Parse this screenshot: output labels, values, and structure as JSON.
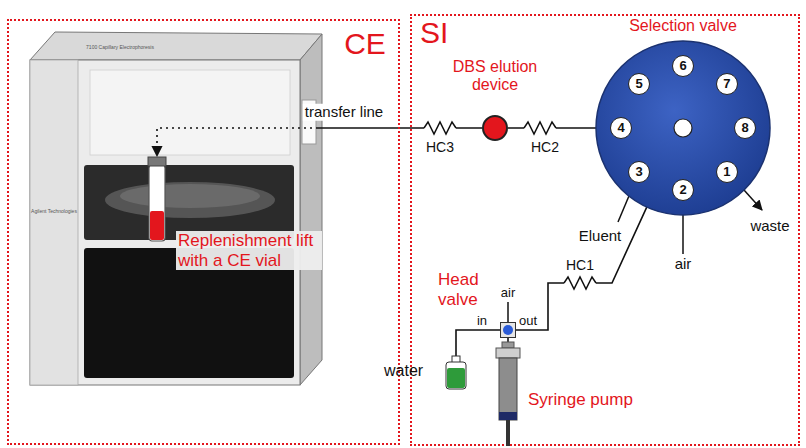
{
  "diagram": {
    "nodes": [
      {
        "text": [
          "CE"
        ]
      },
      {
        "text": [
          "Replenishment lift with a CE vial"
        ],
        "in": 0
      },
      {
        "text": [
          "SI"
        ]
      },
      {
        "text": [
          "DBS elution device"
        ],
        "in": 2
      },
      {
        "text": [
          "Selection valve"
        ],
        "in": 2
      },
      {
        "text": [
          "6"
        ],
        "in": 4
      },
      {
        "text": [
          "5"
        ],
        "in": 4
      },
      {
        "text": [
          "7"
        ],
        "in": 4
      },
      {
        "text": [
          "4"
        ],
        "in": 4
      },
      {
        "text": [
          "8"
        ],
        "in": 4
      },
      {
        "text": [
          "3"
        ],
        "in": 4
      },
      {
        "text": [
          "1"
        ],
        "in": 4
      },
      {
        "text": [
          "2"
        ],
        "in": 4
      },
      {
        "text": [
          "Head valve"
        ],
        "in": 2
      },
      {
        "text": [
          "Syringe pump"
        ],
        "in": 2
      },
      {
        "text": [
          "water"
        ],
        "in": 2
      }
    ],
    "edges": [
      {
        "from": 3,
        "to": 1,
        "arrow": "to",
        "label": "transfer line"
      },
      {
        "from": 3,
        "to": 8,
        "arrow": "none"
      },
      {
        "from": 4,
        "to": 13,
        "arrow": "none"
      },
      {
        "from": 15,
        "to": 13,
        "arrow": "none"
      },
      {
        "from": 13,
        "to": 14,
        "arrow": "none"
      }
    ],
    "labels": [
      "HC3",
      "HC2",
      "HC1",
      "Eluent",
      "air",
      "waste",
      "air",
      "in",
      "out",
      "Agilent Technologies",
      "7100 Capillary Electrophoresis"
    ]
  }
}
